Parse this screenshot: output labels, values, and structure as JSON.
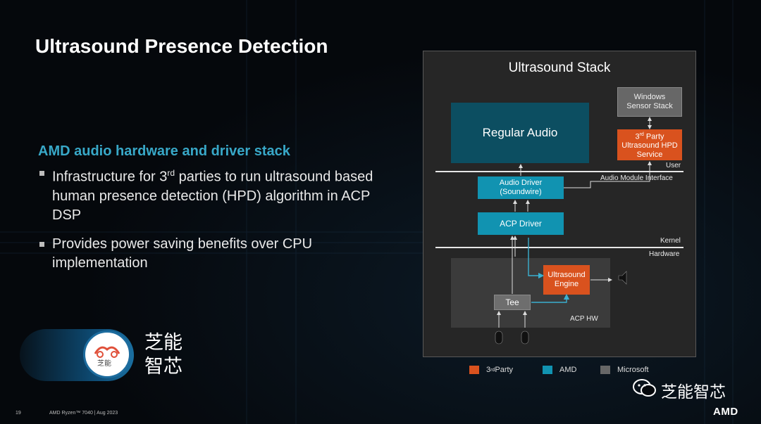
{
  "slide": {
    "title": "Ultrasound Presence Detection",
    "subheading": "AMD audio hardware and driver stack",
    "bullets": [
      {
        "pre": "Infrastructure for 3",
        "sup": "rd",
        "post": " parties to run ultrasound based human presence detection (HPD) algorithm in ACP DSP"
      },
      {
        "pre": "Provides power saving benefits over CPU implementation",
        "sup": "",
        "post": ""
      }
    ]
  },
  "diagram": {
    "title": "Ultrasound Stack",
    "regular_audio": "Regular Audio",
    "windows_sensor_stack": [
      "Windows",
      "Sensor Stack"
    ],
    "hpd_service": {
      "line1_pre": "3",
      "line1_sup": "rd",
      "line1_post": " Party",
      "line2": "Ultrasound HPD",
      "line3": "Service"
    },
    "audio_driver": [
      "Audio Driver",
      "(Soundwire)"
    ],
    "acp_driver": "ACP Driver",
    "ultrasound_engine": [
      "Ultrasound",
      "Engine"
    ],
    "tee": "Tee",
    "acp_hw": "ACP HW",
    "labels": {
      "user": "User",
      "audio_module_interface": "Audio Module Interface",
      "kernel": "Kernel",
      "hardware": "Hardware"
    }
  },
  "legend": [
    {
      "pre": "3",
      "sup": "rd",
      "post": " Party",
      "color": "#d9521e"
    },
    {
      "pre": "AMD",
      "sup": "",
      "post": "",
      "color": "#1193b1"
    },
    {
      "pre": "Microsoft",
      "sup": "",
      "post": "",
      "color": "#676767"
    }
  ],
  "brand": {
    "logo_text": "芝能",
    "line1": "芝能",
    "line2": "智芯",
    "wechat": "芝能智芯"
  },
  "footer": {
    "page": "19",
    "product": "AMD Ryzen™ 7040  |  Aug 2023",
    "logo": "AMD"
  }
}
